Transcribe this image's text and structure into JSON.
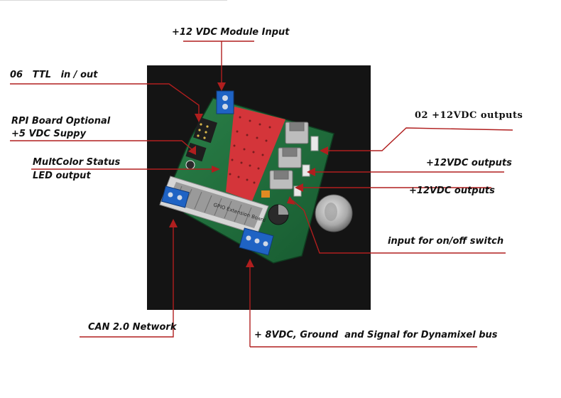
{
  "labels": {
    "module_input": "+12 VDC Module Input",
    "ttl": "06   TTL   in / out",
    "rpi_line1": "RPI Board Optional",
    "rpi_line2": "+5 VDC Suppy",
    "led_line1": "MultColor Status",
    "led_line2": "LED output",
    "out02": "02 +12VDC outputs",
    "out_a": "+12VDC outputs",
    "out_b": "+12VDC outputs",
    "switch": "input for on/off switch",
    "can": "CAN 2.0 Network",
    "dxl": "+ 8VDC, Ground  and Signal for Dynamixel bus"
  },
  "board_silkscreen": "GPIO Extension Board",
  "colors": {
    "leader": "#b01e1e",
    "pcb": "#1f6e3c",
    "terminal": "#1f63c4",
    "background": "#141414",
    "header_red": "#d4353a"
  }
}
